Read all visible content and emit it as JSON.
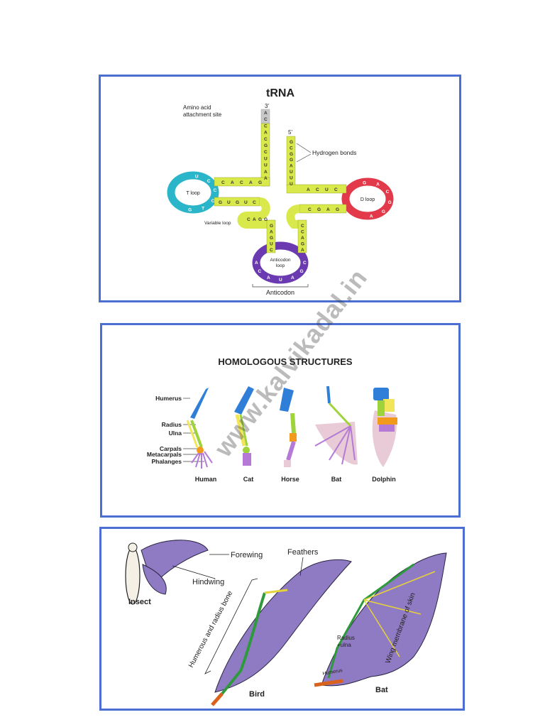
{
  "trna": {
    "title": "tRNA",
    "label_3prime": "3'",
    "label_5prime": "5'",
    "amino_line1": "Amino acid",
    "amino_line2": "attachment site",
    "hydrogen": "Hydrogen bonds",
    "tloop": "T loop",
    "dloop": "D loop",
    "variable": "Variable loop",
    "anticodon_loop_1": "Anticodon",
    "anticodon_loop_2": "loop",
    "anticodon": "Anticodon",
    "acceptor_left": [
      "A",
      "C",
      "C",
      "A",
      "C",
      "G",
      "C",
      "U",
      "U",
      "A",
      "A"
    ],
    "acceptor_right": [
      "G",
      "C",
      "G",
      "G",
      "A",
      "U",
      "U",
      "U"
    ],
    "tarm_top": [
      "C",
      "A",
      "C",
      "A",
      "G"
    ],
    "tarm_bottom": [
      "G",
      "U",
      "G",
      "U",
      "C"
    ],
    "tloop_bases": [
      "U",
      "C",
      "C",
      "C",
      "T",
      "G"
    ],
    "darm_top": [
      "A",
      "C",
      "U",
      "C"
    ],
    "darm_bottom": [
      "C",
      "G",
      "A",
      "G"
    ],
    "dloop_bases": [
      "A",
      "G",
      "G",
      "C",
      "A",
      "G"
    ],
    "anticodon_left": [
      "G",
      "A",
      "G",
      "U",
      "C"
    ],
    "anticodon_right": [
      "C",
      "C",
      "A",
      "G",
      "A"
    ],
    "anticodon_loop_bases": [
      "A",
      "C",
      "A",
      "U",
      "A",
      "G",
      "C"
    ],
    "variable_bases": [
      "C",
      "A",
      "G",
      "G"
    ],
    "colors": {
      "stem": "#d9e84a",
      "tloop": "#2bb5c9",
      "dloop": "#e23a4a",
      "aloop": "#6b3ab0",
      "acceptor_tip": "#c8c8c8"
    }
  },
  "homologous": {
    "title": "HOMOLOGOUS STRUCTURES",
    "bone_labels": [
      "Humerus",
      "Radius",
      "Ulna",
      "Carpals",
      "Metacarpals",
      "Phalanges"
    ],
    "animals": [
      "Human",
      "Cat",
      "Horse",
      "Bat",
      "Dolphin"
    ],
    "colors": {
      "humerus": "#2f7fd8",
      "radius": "#9ed33b",
      "ulna": "#f1e65a",
      "carpals": "#f29a1c",
      "phalanges": "#b47ad6",
      "membrane": "#e8cbd6"
    }
  },
  "wings": {
    "forewing": "Forewing",
    "hindwing": "Hindwing",
    "feathers": "Feathers",
    "insect": "Insect",
    "bird": "Bird",
    "bat": "Bat",
    "humerus_radius": "Humerous and radius bone",
    "wing_membrane": "Wing membrane of skin",
    "radius_ulna_1": "Radius",
    "radius_ulna_2": "+ulna",
    "humerus": "Humerus",
    "colors": {
      "wing": "#8f7bc4",
      "outline": "#2a2340",
      "green": "#2f9a3c",
      "orange": "#d9621d",
      "yellow": "#e6d23a"
    }
  },
  "watermark": "www.kalvikadal.in"
}
